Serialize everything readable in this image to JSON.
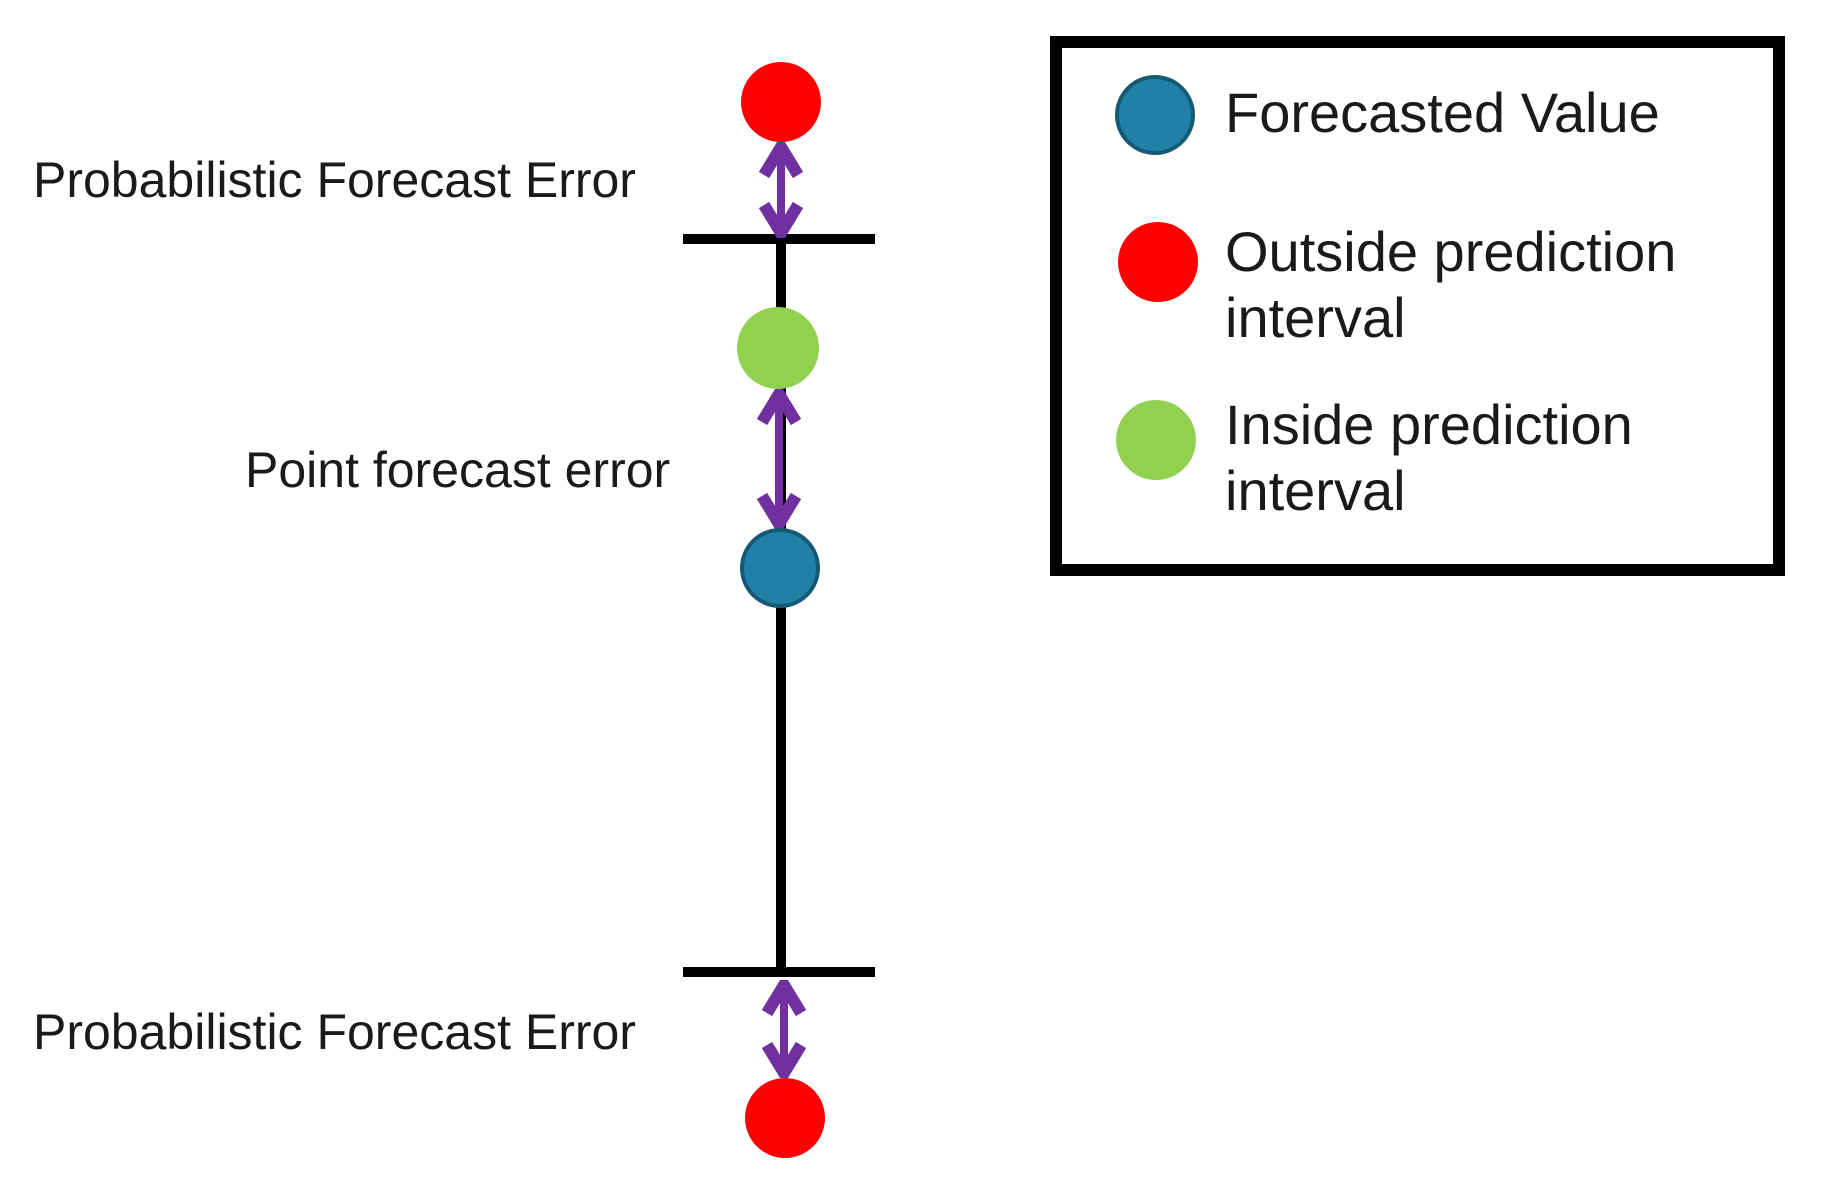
{
  "diagram": {
    "labels": {
      "top_probabilistic_error": "Probabilistic Forecast Error",
      "point_forecast_error": "Point forecast error",
      "bottom_probabilistic_error": "Probabilistic Forecast Error"
    },
    "markers": [
      {
        "name": "outside-prediction-interval-top",
        "color_key": "outside"
      },
      {
        "name": "inside-prediction-interval",
        "color_key": "inside"
      },
      {
        "name": "forecasted-value",
        "color_key": "forecasted"
      },
      {
        "name": "outside-prediction-interval-bottom",
        "color_key": "outside"
      }
    ]
  },
  "legend": {
    "items": [
      {
        "label": "Forecasted Value",
        "color_key": "forecasted"
      },
      {
        "label": "Outside prediction interval",
        "color_key": "outside"
      },
      {
        "label": "Inside prediction interval",
        "color_key": "inside"
      }
    ]
  },
  "colors": {
    "outside": "#FF0000",
    "inside": "#92D050",
    "forecasted": "#2080A8",
    "forecasted_border": "#155A72",
    "arrow": "#7030A0",
    "line": "#000000",
    "text": "#1A1A1A"
  }
}
